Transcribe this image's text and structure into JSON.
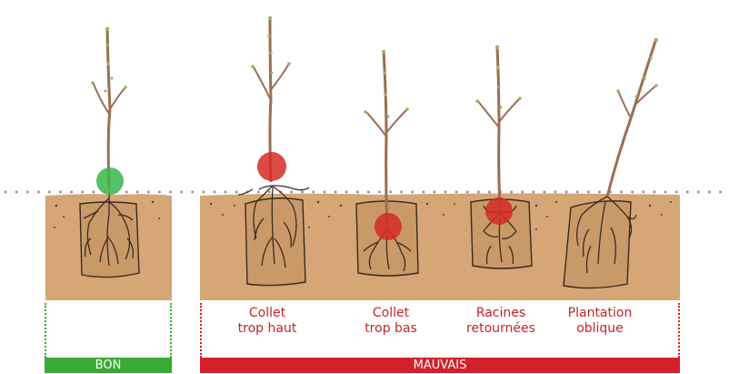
{
  "labels": {
    "collet_haut": {
      "line1": "Collet",
      "line2": "trop haut"
    },
    "collet_bas": {
      "line1": "Collet",
      "line2": "trop bas"
    },
    "racines": {
      "line1": "Racines",
      "line2": "retournées"
    },
    "oblique": {
      "line1": "Plantation",
      "line2": "oblique"
    }
  },
  "banners": {
    "good": {
      "text": "BON",
      "color": "#3aa935"
    },
    "bad": {
      "text": "MAUVAIS",
      "color": "#d4202a"
    }
  },
  "colors": {
    "soil": "#d6a676",
    "pit": "#c99a68",
    "outline": "#3a2a1e",
    "trunk": "#9a6f52",
    "bud": "#9ab46a",
    "good_marker": "#3db54a",
    "bad_marker": "#d52a26",
    "ground_dots": "#9a9a9a"
  }
}
